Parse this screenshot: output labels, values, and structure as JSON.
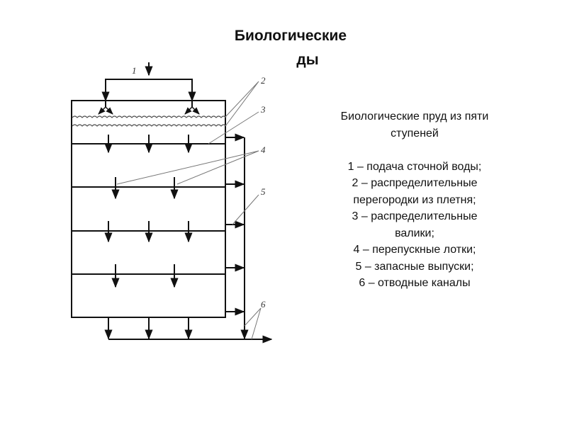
{
  "title": {
    "line1": "Биологические",
    "line2": "ды"
  },
  "legend": {
    "heading": [
      "Биологические пруд из пяти",
      "ступеней"
    ],
    "items": [
      "1 – подача сточной воды;",
      "2 – распределительные",
      "перегородки из плетня;",
      "3 – распределительные",
      "валики;",
      "4 – перепускные лотки;",
      "5 – запасные выпуски;",
      "6 – отводные каналы"
    ]
  },
  "diagram": {
    "labels": [
      "1",
      "2",
      "3",
      "4",
      "5",
      "6"
    ],
    "stages": 5
  }
}
